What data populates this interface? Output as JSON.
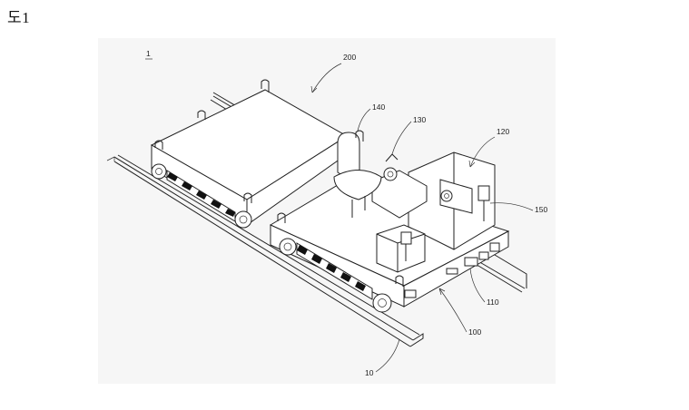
{
  "figure": {
    "label": "도1"
  },
  "reference_numerals": {
    "r1": "1",
    "r200": "200",
    "r140": "140",
    "r130": "130",
    "r120": "120",
    "r150": "150",
    "r110": "110",
    "r100": "100",
    "r10": "10"
  }
}
